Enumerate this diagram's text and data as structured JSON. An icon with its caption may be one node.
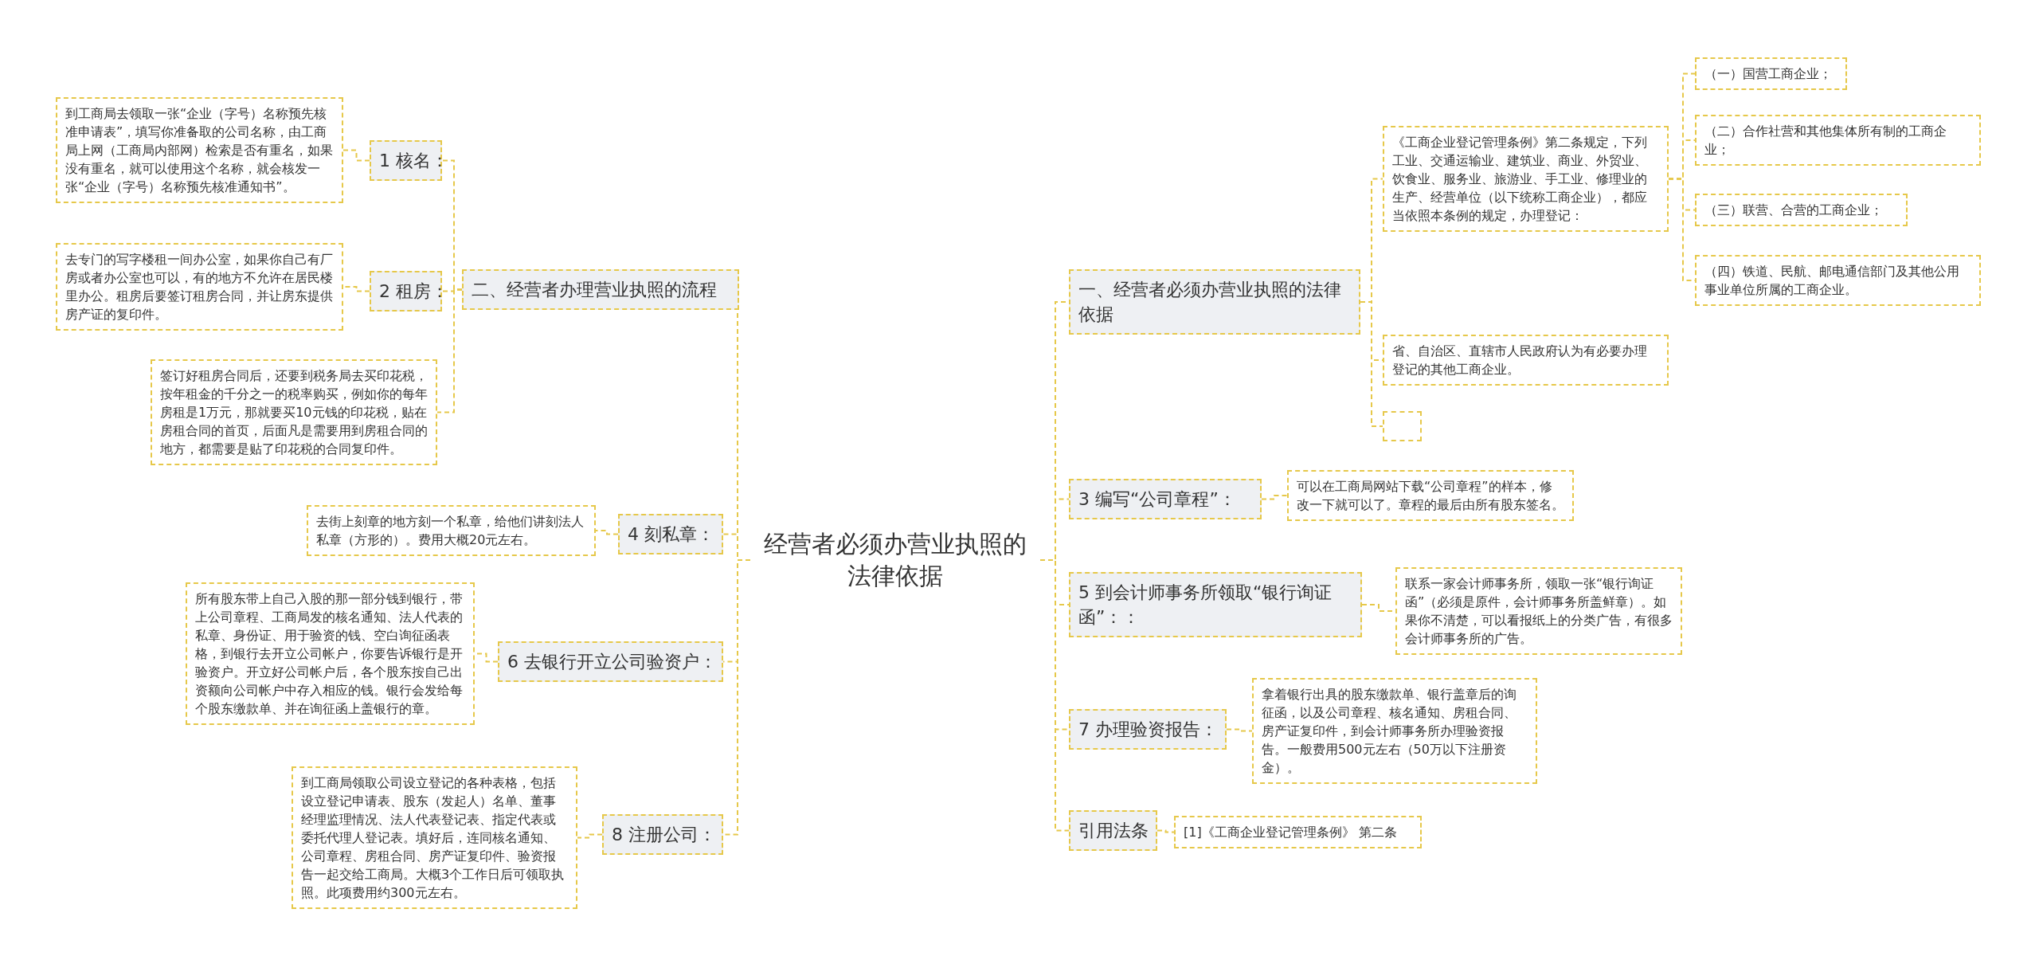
{
  "diagram": {
    "nodes": [
      {
        "text": [
          "经营者必须办营业执照的法律依据"
        ]
      },
      {
        "text": [
          "二、经营者办理营业执照的流程"
        ]
      },
      {
        "text": [
          "1 核名："
        ]
      },
      {
        "text": [
          "到工商局去领取一张“企业（字号）名称预先核准申请表”，填写你准备取的公司名称，由工商局上网（工商局内部网）检索是否有重名，如果没有重名，就可以使用这个名称，就会核发一张“企业（字号）名称预先核准通知书”。"
        ]
      },
      {
        "text": [
          "2 租房："
        ]
      },
      {
        "text": [
          "去专门的写字楼租一间办公室，如果你自己有厂房或者办公室也可以，有的地方不允许在居民楼里办公。租房后要签订租房合同，并让房东提供房产证的复印件。"
        ]
      },
      {
        "text": [
          "签订好租房合同后，还要到税务局去买印花税，按年租金的千分之一的税率购买，例如你的每年房租是1万元，那就要买10元钱的印花税，贴在房租合同的首页，后面凡是需要用到房租合同的地方，都需要是贴了印花税的合同复印件。"
        ]
      },
      {
        "text": [
          "4 刻私章："
        ]
      },
      {
        "text": [
          "去街上刻章的地方刻一个私章，给他们讲刻法人私章（方形的）。费用大概20元左右。"
        ]
      },
      {
        "text": [
          "6 去银行开立公司验资户："
        ]
      },
      {
        "text": [
          "所有股东带上自己入股的那一部分钱到银行，带上公司章程、工商局发的核名通知、法人代表的私章、身份证、用于验资的钱、空白询征函表格，到银行去开立公司帐户，你要告诉银行是开验资户。开立好公司帐户后，各个股东按自己出资额向公司帐户中存入相应的钱。银行会发给每个股东缴款单、并在询征函上盖银行的章。"
        ]
      },
      {
        "text": [
          "8 注册公司："
        ]
      },
      {
        "text": [
          "到工商局领取公司设立登记的各种表格，包括设立登记申请表、股东（发起人）名单、董事经理监理情况、法人代表登记表、指定代表或委托代理人登记表。填好后，连同核名通知、公司章程、房租合同、房产证复印件、验资报告一起交给工商局。大概3个工作日后可领取执照。此项费用约300元左右。"
        ]
      },
      {
        "text": [
          "一、经营者必须办营业执照的法律依据"
        ]
      },
      {
        "text": [
          "《工商企业登记管理条例》第二条规定，下列工业、交通运输业、建筑业、商业、外贸业、饮食业、服务业、旅游业、手工业、修理业的生产、经营单位（以下统称工商企业），都应当依照本条例的规定，办理登记："
        ]
      },
      {
        "text": [
          "（一）国营工商企业；"
        ]
      },
      {
        "text": [
          "（二）合作社营和其他集体所有制的工商企业；"
        ]
      },
      {
        "text": [
          "（三）联营、合营的工商企业；"
        ]
      },
      {
        "text": [
          "（四）铁道、民航、邮电通信部门及其他公用事业单位所属的工商企业。"
        ]
      },
      {
        "text": [
          "省、自治区、直辖市人民政府认为有必要办理登记的其他工商企业。"
        ]
      },
      {
        "text": [],
        "shape": "box"
      },
      {
        "text": [
          "3 编写“公司章程”："
        ]
      },
      {
        "text": [
          "可以在工商局网站下载“公司章程”的样本，修改一下就可以了。章程的最后由所有股东签名。"
        ]
      },
      {
        "text": [
          "5 到会计师事务所领取“银行询证函”：："
        ]
      },
      {
        "text": [
          "联系一家会计师事务所，领取一张“银行询证函”（必须是原件，会计师事务所盖鲜章）。如果你不清楚，可以看报纸上的分类广告，有很多会计师事务所的广告。"
        ]
      },
      {
        "text": [
          "7 办理验资报告："
        ]
      },
      {
        "text": [
          "拿着银行出具的股东缴款单、银行盖章后的询征函，以及公司章程、核名通知、房租合同、房产证复印件，到会计师事务所办理验资报告。一般费用500元左右（50万以下注册资金）。"
        ]
      },
      {
        "text": [
          "引用法条"
        ]
      },
      {
        "text": [
          "[1]《工商企业登记管理条例》 第二条"
        ]
      }
    ],
    "edges": [
      {
        "from": 0,
        "to": 1,
        "arrow": "none"
      },
      {
        "from": 1,
        "to": 2,
        "arrow": "none"
      },
      {
        "from": 2,
        "to": 3,
        "arrow": "none"
      },
      {
        "from": 1,
        "to": 4,
        "arrow": "none"
      },
      {
        "from": 4,
        "to": 5,
        "arrow": "none"
      },
      {
        "from": 1,
        "to": 6,
        "arrow": "none"
      },
      {
        "from": 0,
        "to": 7,
        "arrow": "none"
      },
      {
        "from": 7,
        "to": 8,
        "arrow": "none"
      },
      {
        "from": 0,
        "to": 9,
        "arrow": "none"
      },
      {
        "from": 9,
        "to": 10,
        "arrow": "none"
      },
      {
        "from": 0,
        "to": 11,
        "arrow": "none"
      },
      {
        "from": 11,
        "to": 12,
        "arrow": "none"
      },
      {
        "from": 0,
        "to": 13,
        "arrow": "none"
      },
      {
        "from": 13,
        "to": 14,
        "arrow": "none"
      },
      {
        "from": 14,
        "to": 15,
        "arrow": "none"
      },
      {
        "from": 14,
        "to": 16,
        "arrow": "none"
      },
      {
        "from": 14,
        "to": 17,
        "arrow": "none"
      },
      {
        "from": 14,
        "to": 18,
        "arrow": "none"
      },
      {
        "from": 13,
        "to": 19,
        "arrow": "none"
      },
      {
        "from": 13,
        "to": 20,
        "arrow": "none"
      },
      {
        "from": 0,
        "to": 21,
        "arrow": "none"
      },
      {
        "from": 21,
        "to": 22,
        "arrow": "none"
      },
      {
        "from": 0,
        "to": 23,
        "arrow": "none"
      },
      {
        "from": 23,
        "to": 24,
        "arrow": "none"
      },
      {
        "from": 0,
        "to": 25,
        "arrow": "none"
      },
      {
        "from": 25,
        "to": 26,
        "arrow": "none"
      },
      {
        "from": 0,
        "to": 27,
        "arrow": "none"
      },
      {
        "from": 27,
        "to": 28,
        "arrow": "none"
      }
    ]
  }
}
